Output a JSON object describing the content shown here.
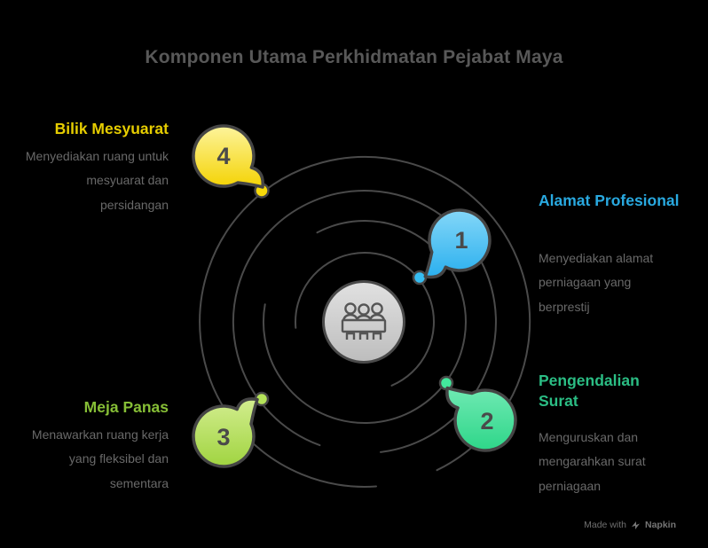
{
  "title": "Komponen Utama Perkhidmatan Pejabat Maya",
  "center": {
    "icon": "meeting-table-icon"
  },
  "items": [
    {
      "number": "1",
      "label": "Alamat Profesional",
      "description": "Menyediakan alamat perniagaan yang berprestij",
      "label_color": "#29a9e0",
      "bubble_top": "#84d7f8",
      "bubble_bottom": "#27aeee",
      "dot_color": "#36bdf2"
    },
    {
      "number": "2",
      "label": "Pengendalian Surat",
      "description": "Menguruskan dan mengarahkan surat perniagaan",
      "label_color": "#2bbd84",
      "bubble_top": "#6ee9b2",
      "bubble_bottom": "#2ed689",
      "dot_color": "#43e79c"
    },
    {
      "number": "3",
      "label": "Meja Panas",
      "description": "Menawarkan ruang kerja yang fleksibel dan sementara",
      "label_color": "#86be36",
      "bubble_top": "#d4ee91",
      "bubble_bottom": "#a0d440",
      "dot_color": "#b4e25a"
    },
    {
      "number": "4",
      "label": "Bilik Mesyuarat",
      "description": "Menyediakan ruang untuk mesyuarat dan persidangan",
      "label_color": "#e6cd00",
      "bubble_top": "#fdf49c",
      "bubble_bottom": "#f4d304",
      "dot_color": "#f6d90a"
    }
  ],
  "watermark": {
    "prefix": "Made with",
    "brand": "Napkin"
  }
}
